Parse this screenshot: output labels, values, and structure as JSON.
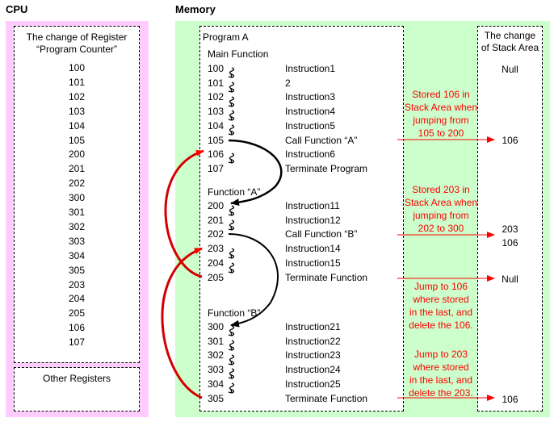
{
  "headers": {
    "cpu": "CPU",
    "memory": "Memory"
  },
  "cpu": {
    "pc_title_line1": "The change of Register",
    "pc_title_line2": "“Program Counter”",
    "pc_values": [
      "100",
      "101",
      "102",
      "103",
      "104",
      "105",
      "200",
      "201",
      "202",
      "300",
      "301",
      "302",
      "303",
      "304",
      "305",
      "203",
      "204",
      "205",
      "106",
      "107"
    ],
    "other_registers": "Other Registers"
  },
  "program": {
    "title": "Program A",
    "main_label": "Main Function",
    "func_a_label": "Function “A”",
    "func_b_label": "Function “B”",
    "main_lines": [
      {
        "addr": "100",
        "text": "Instruction1"
      },
      {
        "addr": "101",
        "text": "2"
      },
      {
        "addr": "102",
        "text": "Instruction3"
      },
      {
        "addr": "103",
        "text": "Instruction4"
      },
      {
        "addr": "104",
        "text": "Instruction5"
      },
      {
        "addr": "105",
        "text": "Call Function “A”"
      },
      {
        "addr": "106",
        "text": "Instruction6"
      },
      {
        "addr": "107",
        "text": "Terminate Program"
      }
    ],
    "a_lines": [
      {
        "addr": "200",
        "text": "Instruction11"
      },
      {
        "addr": "201",
        "text": "Instruction12"
      },
      {
        "addr": "202",
        "text": "Call Function “B”"
      },
      {
        "addr": "203",
        "text": "Instruction14"
      },
      {
        "addr": "204",
        "text": "Instruction15"
      },
      {
        "addr": "205",
        "text": "Terminate Function"
      }
    ],
    "b_lines": [
      {
        "addr": "300",
        "text": "Instruction21"
      },
      {
        "addr": "301",
        "text": "Instruction22"
      },
      {
        "addr": "302",
        "text": "Instruction23"
      },
      {
        "addr": "303",
        "text": "Instruction24"
      },
      {
        "addr": "304",
        "text": "Instruction25"
      },
      {
        "addr": "305",
        "text": "Terminate Function"
      }
    ]
  },
  "notes": {
    "n1": [
      "Stored 106 in",
      "Stack Area when",
      "jumping from",
      "105 to 200"
    ],
    "n2": [
      "Stored 203 in",
      "Stack Area when",
      "jumping from",
      "202 to 300"
    ],
    "n3": [
      "Jump to 106",
      "where stored",
      "in the last, and",
      "delete the 106."
    ],
    "n4": [
      "Jump to 203",
      "where stored",
      "in the last, and",
      "delete the 203."
    ]
  },
  "stack": {
    "title_line1": "The change",
    "title_line2": "of Stack Area",
    "s0": "Null",
    "s1": "106",
    "s2a": "203",
    "s2b": "106",
    "s3": "Null",
    "s4": "106"
  },
  "colors": {
    "cpu_bg": "#ffccff",
    "memory_bg": "#ccffcc",
    "accent_red": "#ff0000"
  }
}
